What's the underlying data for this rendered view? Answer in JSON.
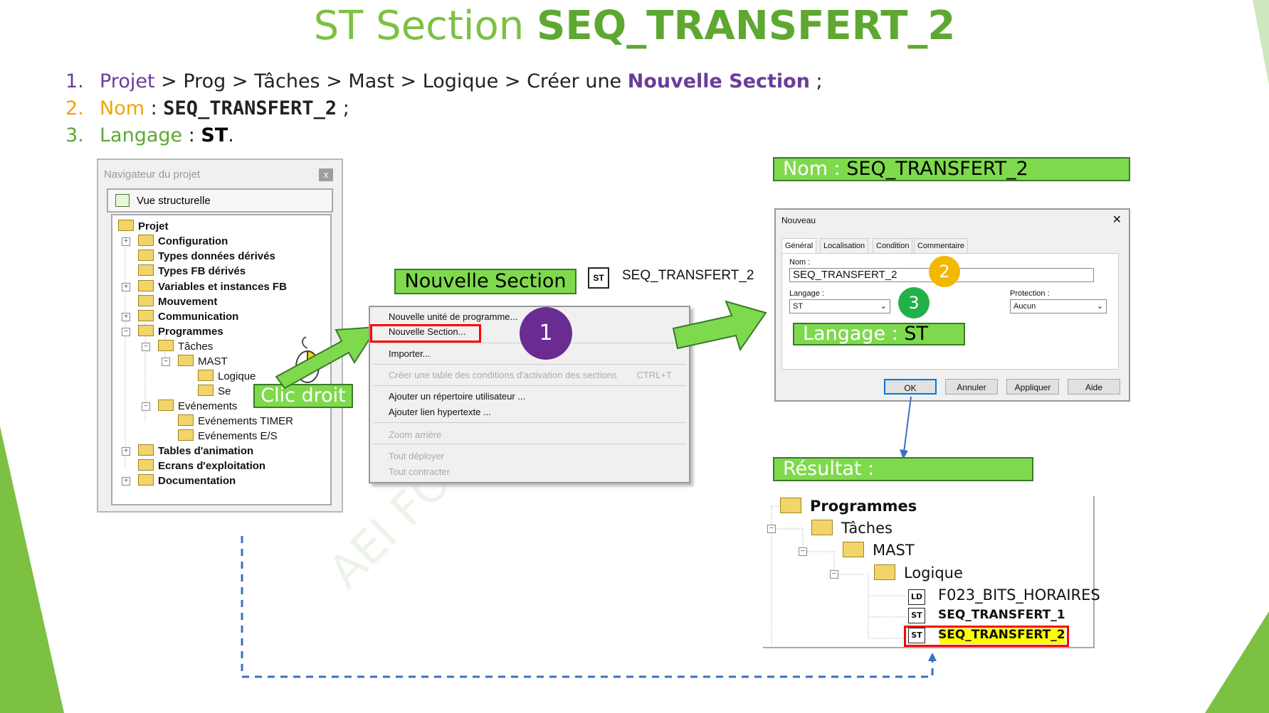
{
  "title": {
    "prefix": "ST Section",
    "name": "SEQ_TRANSFERT_2"
  },
  "steps": [
    {
      "num": "1.",
      "parts": [
        "Projet",
        " > Prog > Tâches > Mast > Logique > Créer une ",
        "Nouvelle Section",
        " ;"
      ]
    },
    {
      "num": "2.",
      "parts": [
        "Nom",
        " : ",
        "SEQ_TRANSFERT_2",
        " ;"
      ]
    },
    {
      "num": "3.",
      "parts": [
        "Langage",
        " : ",
        "ST",
        "."
      ]
    }
  ],
  "navigator": {
    "title": "Navigateur du projet",
    "close": "x",
    "view": "Vue structurelle",
    "tree": [
      "Projet",
      "Configuration",
      "Types données dérivés",
      "Types FB dérivés",
      "Variables et instances FB",
      "Mouvement",
      "Communication",
      "Programmes",
      "Tâches",
      "MAST",
      "Logique",
      "Se",
      "Evénements",
      "Evénements TIMER",
      "Evénements E/S",
      "Tables d'animation",
      "Ecrans d'exploitation",
      "Documentation"
    ]
  },
  "labels": {
    "clic_droit": "Clic droit",
    "nouvelle_section": "Nouvelle Section",
    "st_tag": "ST",
    "seq_name": "SEQ_TRANSFERT_2",
    "nom_key": "Nom : ",
    "nom_val": "SEQ_TRANSFERT_2",
    "langage_key": "Langage : ",
    "langage_val": "ST",
    "resultat": "Résultat :",
    "badge1": "1",
    "badge2": "2",
    "badge3": "3"
  },
  "context_menu": {
    "items": [
      "Nouvelle unité de programme...",
      "Nouvelle Section...",
      "Importer...",
      "Créer une table des conditions d'activation des sections",
      "Ajouter un répertoire utilisateur ...",
      "Ajouter lien hypertexte ...",
      "Zoom arrière",
      "Tout déployer",
      "Tout contracter"
    ],
    "shortcut": "CTRL+T"
  },
  "dialog": {
    "title": "Nouveau",
    "close": "✕",
    "tabs": [
      "Général",
      "Localisation",
      "Condition",
      "Commentaire"
    ],
    "nom_label": "Nom :",
    "nom_value": "SEQ_TRANSFERT_2",
    "langage_label": "Langage :",
    "langage_value": "ST",
    "protection_label": "Protection :",
    "protection_value": "Aucun",
    "buttons": [
      "OK",
      "Annuler",
      "Appliquer",
      "Aide"
    ]
  },
  "result_tree": {
    "nodes": [
      "Programmes",
      "Tâches",
      "MAST",
      "Logique",
      "F023_BITS_HORAIRES",
      "SEQ_TRANSFERT_1",
      "SEQ_TRANSFERT_2"
    ],
    "tags": [
      "LD",
      "ST",
      "ST"
    ]
  },
  "watermark": "AEI FORMATION",
  "colors": {
    "green": "#7fd94d",
    "purple": "#6a2c91",
    "orange": "#f5b800",
    "badge_green": "#22b04b",
    "red": "#ff0000"
  }
}
